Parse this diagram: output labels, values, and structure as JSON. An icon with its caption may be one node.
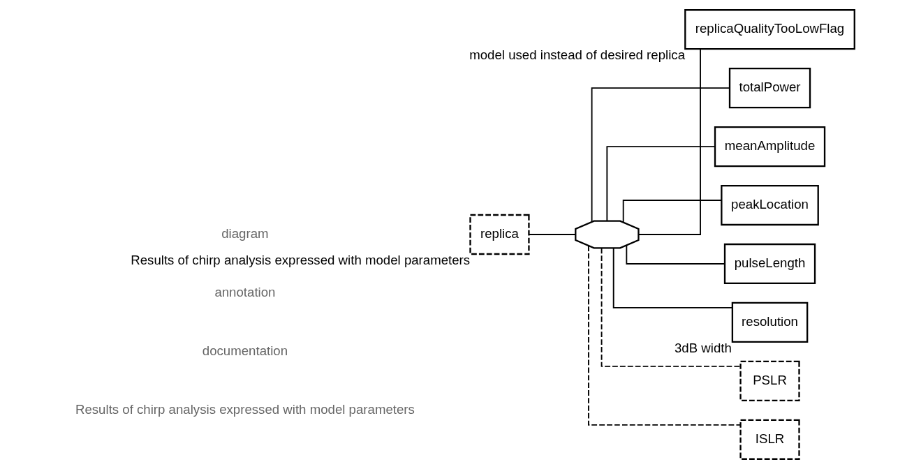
{
  "diagram": {
    "nodes": [
      {
        "text": [
          "replica"
        ],
        "beside": [
          "Results of chirp analysis expressed with model parameters"
        ]
      },
      {
        "text": [],
        "shape": "octagon"
      },
      {
        "text": [
          "replicaQualityTooLowFlag"
        ],
        "beside": [
          "model used instead of desired replica"
        ]
      },
      {
        "text": [
          "totalPower"
        ]
      },
      {
        "text": [
          "meanAmplitude"
        ]
      },
      {
        "text": [
          "peakLocation"
        ]
      },
      {
        "text": [
          "pulseLength"
        ]
      },
      {
        "text": [
          "resolution"
        ],
        "beside": [
          "3dB width"
        ]
      },
      {
        "text": [
          "PSLR"
        ]
      },
      {
        "text": [
          "ISLR"
        ]
      }
    ],
    "edges": [
      {
        "from": 0,
        "to": 1,
        "arrow": "none"
      },
      {
        "from": 1,
        "to": 2,
        "arrow": "none"
      },
      {
        "from": 1,
        "to": 3,
        "arrow": "none"
      },
      {
        "from": 1,
        "to": 4,
        "arrow": "none"
      },
      {
        "from": 1,
        "to": 5,
        "arrow": "none"
      },
      {
        "from": 1,
        "to": 6,
        "arrow": "none"
      },
      {
        "from": 1,
        "to": 7,
        "arrow": "none"
      },
      {
        "from": 1,
        "to": 8,
        "arrow": "none",
        "style": "dashed"
      },
      {
        "from": 1,
        "to": 9,
        "arrow": "none",
        "style": "dashed"
      }
    ],
    "labels": [
      "diagram",
      "annotation",
      "documentation",
      "Results of chirp analysis expressed with model parameters"
    ]
  }
}
